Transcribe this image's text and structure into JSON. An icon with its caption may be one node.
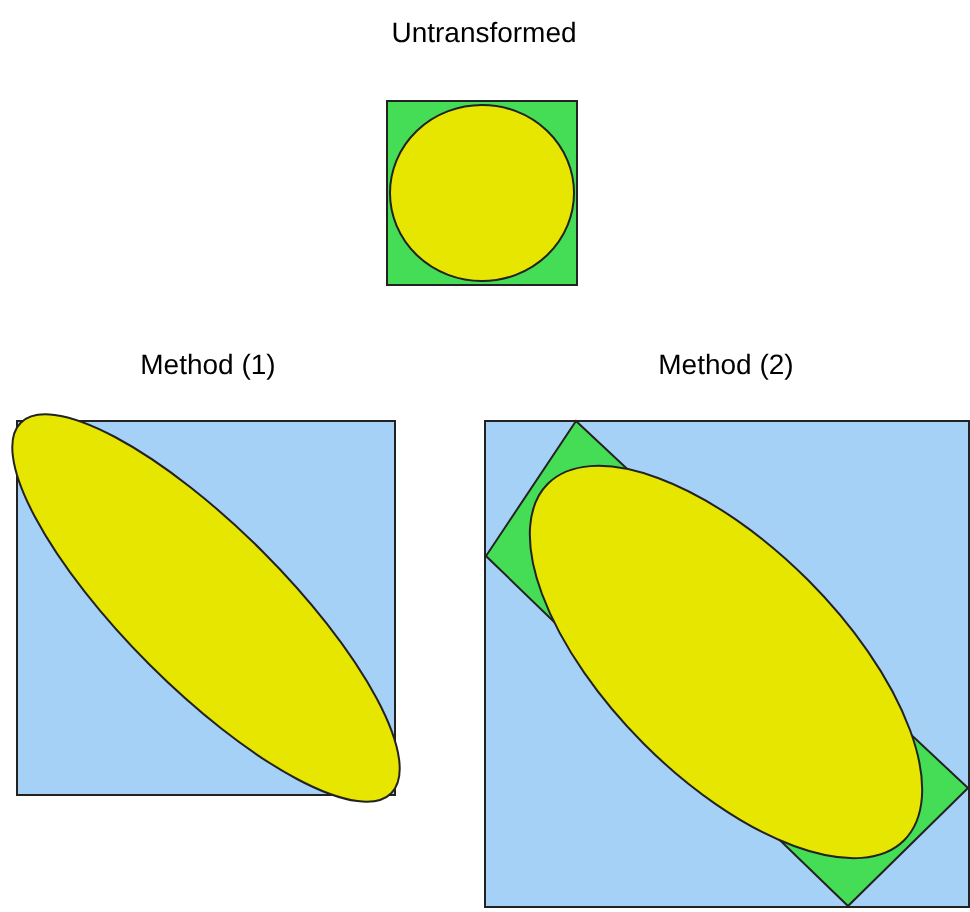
{
  "diagram": {
    "nodes": [
      {
        "text": [
          "Untransformed"
        ]
      },
      {
        "text": [
          "Method (1)"
        ]
      },
      {
        "text": [
          "Method (2)"
        ]
      }
    ]
  }
}
